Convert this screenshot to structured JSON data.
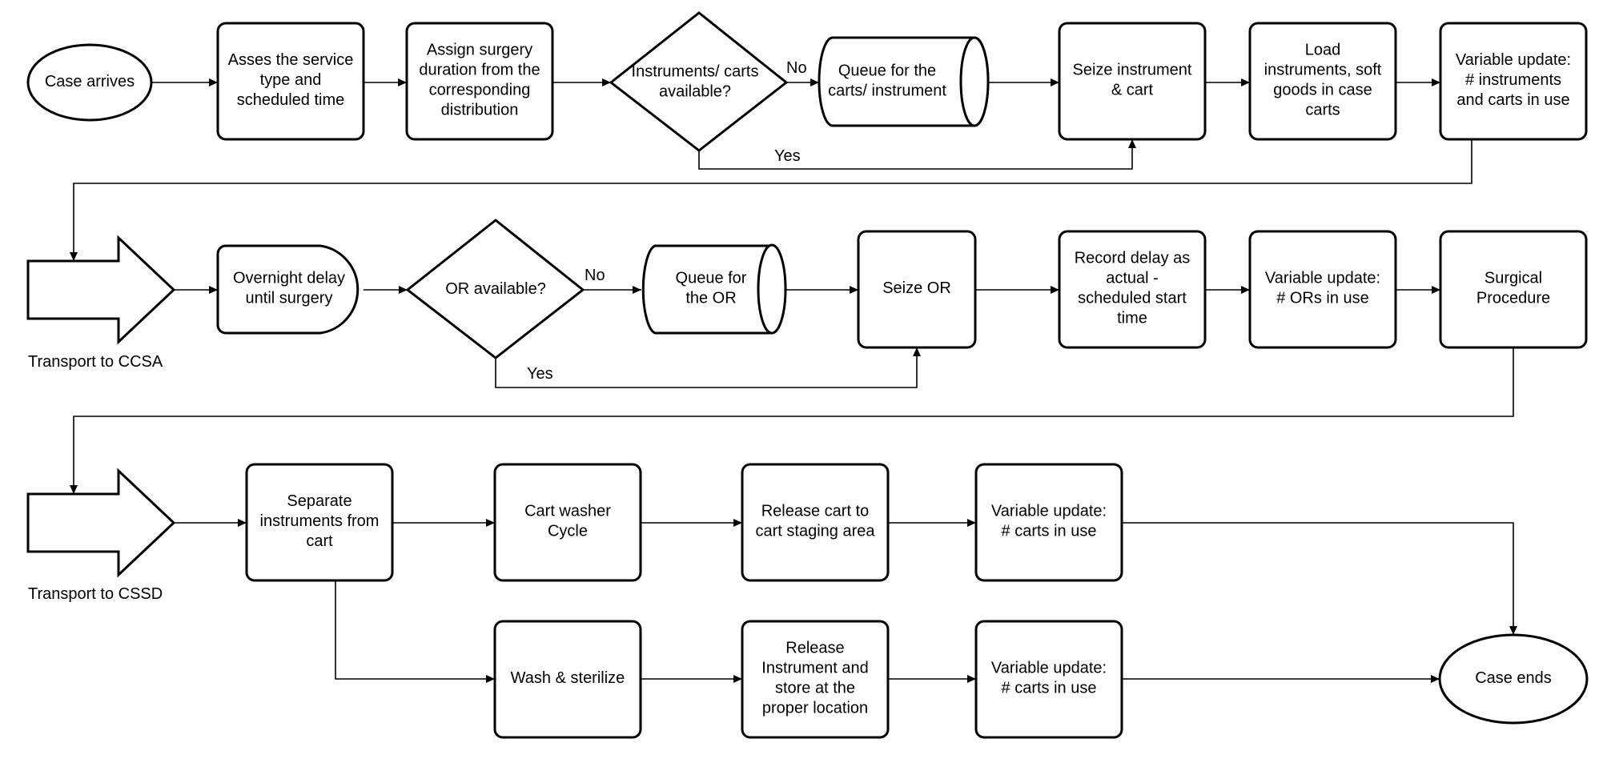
{
  "diagram": {
    "colors": {
      "stroke": "#000000",
      "fill": "#ffffff",
      "background": "#ffffff"
    },
    "nodes": {
      "case_arrives": [
        "Case arrives"
      ],
      "assess_service": [
        "Asses the service",
        "type and",
        "scheduled time"
      ],
      "assign_duration": [
        "Assign surgery",
        "duration from the",
        "corresponding",
        "distribution"
      ],
      "instruments_available": [
        "Instruments/ carts",
        "available?"
      ],
      "queue_carts": [
        "Queue for the",
        "carts/ instrument"
      ],
      "seize_instrument": [
        "Seize instrument",
        "& cart"
      ],
      "load_instruments": [
        "Load",
        "instruments, soft",
        "goods in case",
        "carts"
      ],
      "var_update_instruments": [
        "Variable update:",
        "# instruments",
        "and carts in use"
      ],
      "transport_ccsa": [
        "Transport to CCSA"
      ],
      "overnight_delay": [
        "Overnight delay",
        "until surgery"
      ],
      "or_available": [
        "OR available?"
      ],
      "queue_or": [
        "Queue for",
        "the OR"
      ],
      "seize_or": [
        "Seize OR"
      ],
      "record_delay": [
        "Record delay as",
        "actual -",
        "scheduled start",
        "time"
      ],
      "var_update_ors": [
        "Variable update:",
        "# ORs in use"
      ],
      "surgical_procedure": [
        "Surgical",
        "Procedure"
      ],
      "transport_cssd": [
        "Transport to CSSD"
      ],
      "separate_instruments": [
        "Separate",
        "instruments from",
        "cart"
      ],
      "cart_washer": [
        "Cart washer",
        "Cycle"
      ],
      "release_cart": [
        "Release cart to",
        "cart staging area"
      ],
      "var_update_carts_1": [
        "Variable update:",
        "#  carts in use"
      ],
      "wash_sterilize": [
        "Wash & sterilize"
      ],
      "release_instrument": [
        "Release",
        "Instrument and",
        "store at the",
        "proper location"
      ],
      "var_update_carts_2": [
        "Variable update:",
        "#  carts in use"
      ],
      "case_ends": [
        "Case ends"
      ]
    },
    "edge_labels": {
      "instruments_no": "No",
      "instruments_yes": "Yes",
      "or_no": "No",
      "or_yes": "Yes"
    }
  }
}
